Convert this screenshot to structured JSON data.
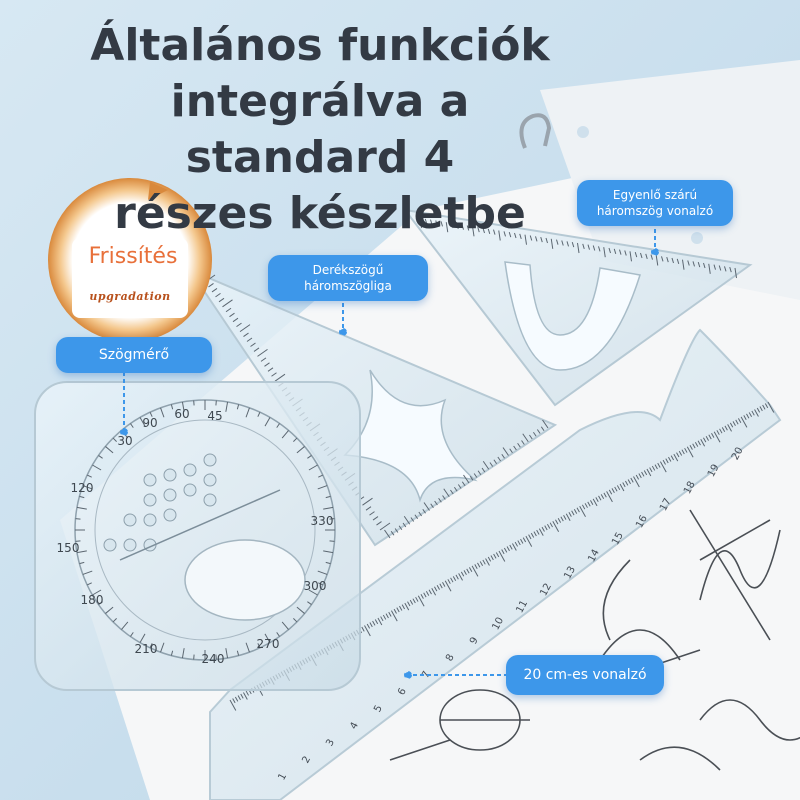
{
  "headline": {
    "line1": "Általános funkciók",
    "line2": "integrálva a standard 4",
    "line3": "részes készletbe"
  },
  "badge": {
    "label": "Frissítés",
    "sub": "upgradation"
  },
  "callouts": {
    "protractor": "Szögmérő",
    "right_triangle_line1": "Derékszögű",
    "right_triangle_line2": "háromszögliga",
    "isosceles_line1": "Egyenlő szárú",
    "isosceles_line2": "háromszög vonalzó",
    "ruler": "20 cm-es vonalzó"
  },
  "protractor_labels": [
    "30",
    "45",
    "60",
    "90",
    "120",
    "150",
    "180",
    "210",
    "240",
    "270",
    "300",
    "330"
  ],
  "ruler_numbers": [
    "1",
    "2",
    "3",
    "4",
    "5",
    "6",
    "7",
    "8",
    "9",
    "10",
    "11",
    "12",
    "13",
    "14",
    "15",
    "16",
    "17",
    "18",
    "19",
    "20"
  ],
  "colors": {
    "background": "#cfe2ef",
    "callout": "#3d97ea",
    "badge_ring": "#e6a45c",
    "badge_text": "#e8703a",
    "headline": "#333a44"
  }
}
